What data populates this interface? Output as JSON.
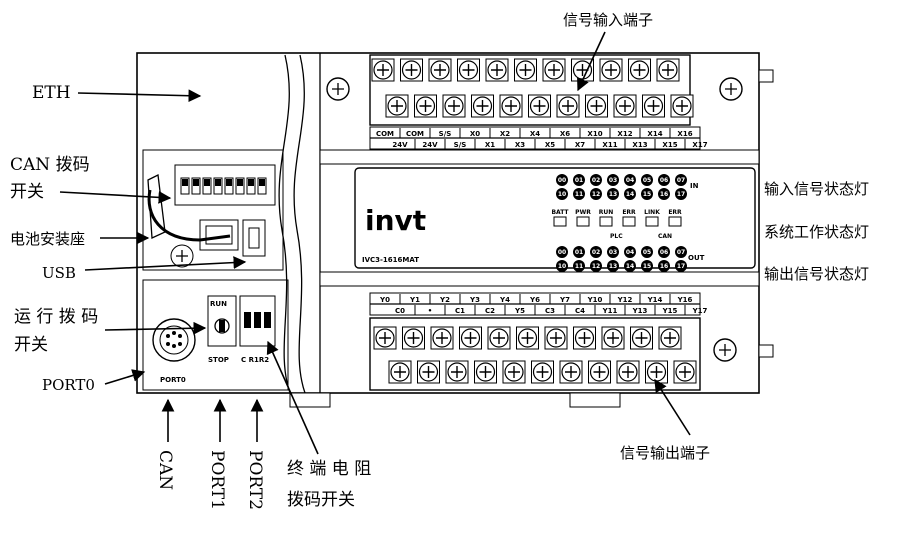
{
  "labels": {
    "eth": "ETH",
    "can_switch_1": "CAN 拨码",
    "can_switch_2": "开关",
    "battery": "电池安装座",
    "usb": "USB",
    "run_switch_1": "运 行 拨 码",
    "run_switch_2": "开关",
    "port0": "PORT0",
    "can_port": "CAN",
    "port1": "PORT1",
    "port2": "PORT2",
    "term_1": "终 端 电 阻",
    "term_2": "拨码开关",
    "input_terminal": "信号输入端子",
    "output_terminal": "信号输出端子",
    "input_led": "输入信号状态灯",
    "system_led": "系统工作状态灯",
    "output_led": "输出信号状态灯"
  },
  "device": {
    "brand": "invt",
    "model": "IVC3-1616MAT",
    "in_label": "IN",
    "out_label": "OUT",
    "status_leds": [
      "BATT",
      "PWR",
      "RUN",
      "ERR",
      "LINK",
      "ERR"
    ],
    "plc_label": "PLC",
    "can_label": "CAN",
    "run_label": "RUN",
    "stop_label": "STOP",
    "switch_label": "C R1R2",
    "port0_label": "PORT0",
    "input_top_row": [
      "COM",
      "COM",
      "S/S",
      "X0",
      "X2",
      "X4",
      "X6",
      "X10",
      "X12",
      "X14",
      "X16"
    ],
    "input_bottom_row": [
      "24V",
      "24V",
      "S/S",
      "X1",
      "X3",
      "X5",
      "X7",
      "X11",
      "X13",
      "X15",
      "X17"
    ],
    "output_top_row": [
      "Y0",
      "Y1",
      "Y2",
      "Y3",
      "Y4",
      "Y6",
      "Y7",
      "Y10",
      "Y12",
      "Y14",
      "Y16"
    ],
    "output_bottom_row": [
      "C0",
      "•",
      "C1",
      "C2",
      "Y5",
      "C3",
      "C4",
      "Y11",
      "Y13",
      "Y15",
      "Y17"
    ],
    "input_led_row1": [
      "00",
      "01",
      "02",
      "03",
      "04",
      "05",
      "06",
      "07"
    ],
    "input_led_row2": [
      "10",
      "11",
      "12",
      "13",
      "14",
      "15",
      "16",
      "17"
    ],
    "output_led_row1": [
      "00",
      "01",
      "02",
      "03",
      "04",
      "05",
      "06",
      "07"
    ],
    "output_led_row2": [
      "10",
      "11",
      "12",
      "13",
      "14",
      "15",
      "16",
      "17"
    ]
  }
}
